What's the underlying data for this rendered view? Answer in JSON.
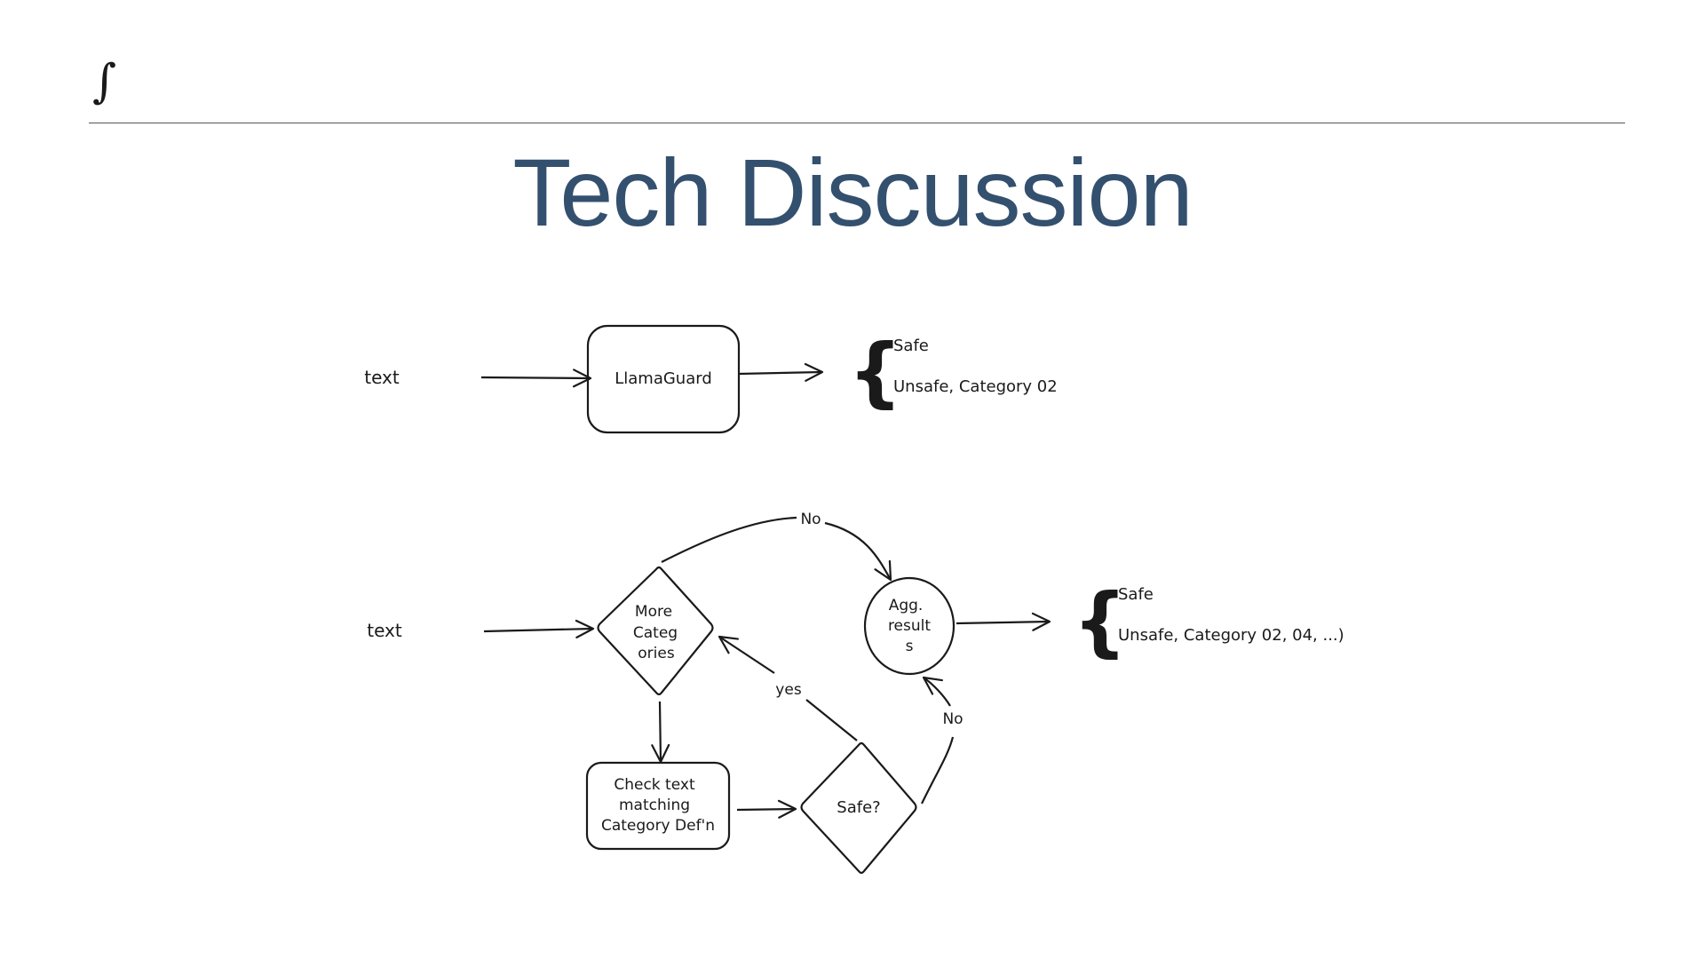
{
  "slide": {
    "title": "Tech Discussion"
  },
  "diagram_top": {
    "input": "text",
    "model": "LlamaGuard",
    "outputs": [
      "Safe",
      "Unsafe, Category 02"
    ]
  },
  "diagram_bottom": {
    "input": "text",
    "decision_more": [
      "More",
      "Categ",
      "ories"
    ],
    "check_box": [
      "Check text",
      "matching",
      "Category Def'n"
    ],
    "decision_safe": "Safe?",
    "agg": [
      "Agg.",
      "result",
      "s"
    ],
    "edge_no_top": "No",
    "edge_yes": "yes",
    "edge_no_right": "No",
    "outputs": [
      "Safe",
      "Unsafe, Category 02, 04, ...)"
    ]
  },
  "colors": {
    "title": "#34506f",
    "stroke": "#1a1a1a",
    "rule": "#555555"
  }
}
